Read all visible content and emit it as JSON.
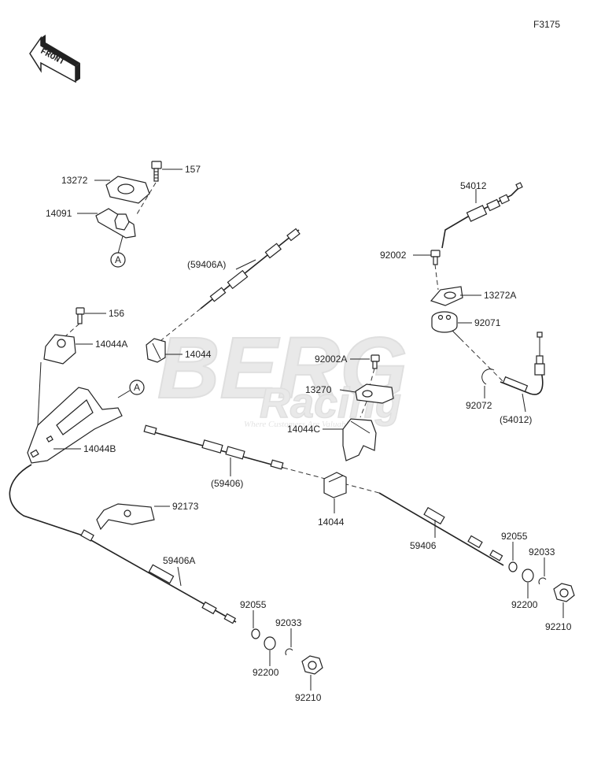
{
  "diagram": {
    "figure_code": "F3175",
    "front_arrow_label": "FRONT",
    "reference_marker": "A",
    "watermark": {
      "line1": "BERG",
      "line2": "Racing",
      "tagline": "Where Customers Are Valuable"
    },
    "labels": {
      "p157": "157",
      "p13272": "13272",
      "p14091": "14091",
      "p59406A_paren": "(59406A)",
      "p156": "156",
      "p14044A": "14044A",
      "p14044_top": "14044",
      "p14044B": "14044B",
      "p92173": "92173",
      "p59406A": "59406A",
      "p92055_left": "92055",
      "p92033_left": "92033",
      "p92200_left": "92200",
      "p92210_left": "92210",
      "p59406_paren": "(59406)",
      "p14044_mid": "14044",
      "p92002A": "92002A",
      "p13270": "13270",
      "p14044C": "14044C",
      "p59406": "59406",
      "p92055_right": "92055",
      "p92033_right": "92033",
      "p92200_right": "92200",
      "p92210_right": "92210",
      "p54012": "54012",
      "p92002": "92002",
      "p13272A": "13272A",
      "p92071": "92071",
      "p92072": "92072",
      "p54012_paren": "(54012)"
    }
  }
}
